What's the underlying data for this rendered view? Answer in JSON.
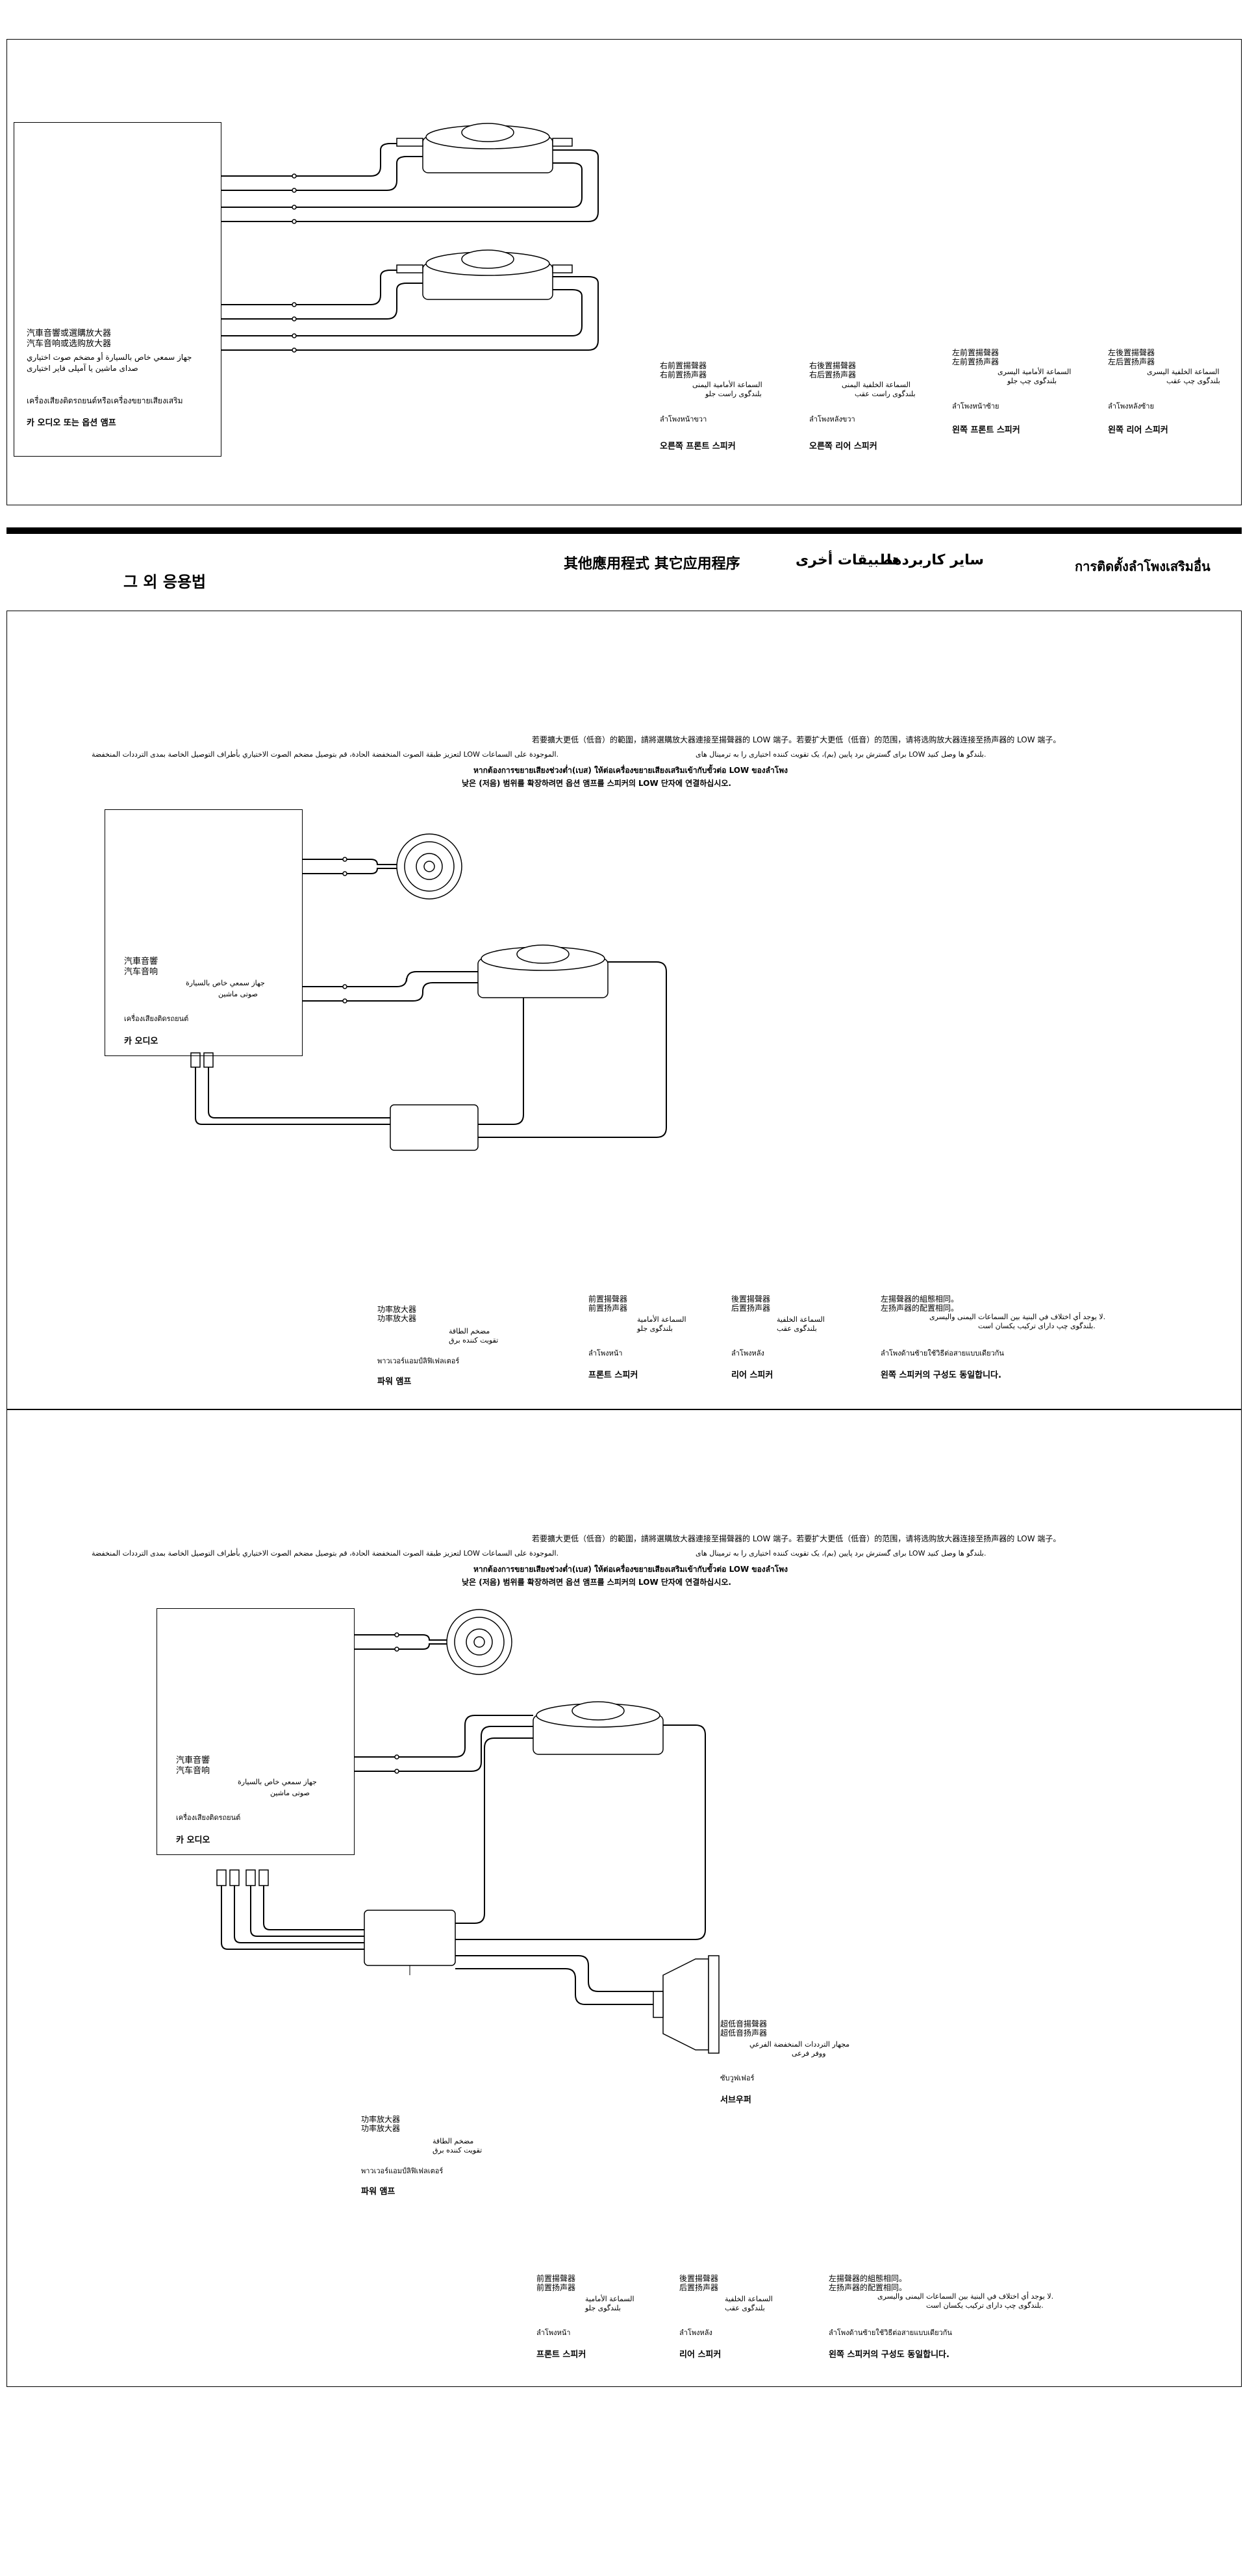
{
  "headings": {
    "korean": "그 외 응용법",
    "chinese": "其他應用程式  其它应用程序",
    "arabic": "تطبيقات أخرى",
    "farsi": "سایر کاربردها",
    "thai": "การติดตั้งลำโพงเสริมอื่น"
  },
  "panel1": {
    "unit": {
      "zh_t": "汽車音響或選購放大器",
      "zh_s": "汽车音响或选购放大器",
      "ar": "جهاز سمعي خاص بالسيارة أو مضخم صوت اختياري",
      "fa": "صدای ماشین یا آمپلی فایر اختیاری",
      "th": "เครื่องเสียงติดรถยนต์หรือเครื่องขยายเสียงเสริม",
      "ko": "카 오디오 또는 옵션 앰프"
    },
    "labels": [
      {
        "zh_t": "右前置揚聲器",
        "zh_s": "右前置扬声器",
        "ar": "السماعة الأمامية اليمنى",
        "fa": "بلندگوی راست جلو",
        "th": "ลำโพงหน้าขวา",
        "ko": "오른쪽 프론트 스피커"
      },
      {
        "zh_t": "右後置揚聲器",
        "zh_s": "右后置扬声器",
        "ar": "السماعة الخلفية اليمنى",
        "fa": "بلندگوی راست عقب",
        "th": "ลำโพงหลังขวา",
        "ko": "오른쪽 리어 스피커"
      },
      {
        "zh_t": "左前置揚聲器",
        "zh_s": "左前置扬声器",
        "ar": "السماعة الأمامية اليسرى",
        "fa": "بلندگوی چپ جلو",
        "th": "ลำโพงหน้าซ้าย",
        "ko": "왼쪽 프론트 스피커"
      },
      {
        "zh_t": "左後置揚聲器",
        "zh_s": "左后置扬声器",
        "ar": "السماعة الخلفية اليسرى",
        "fa": "بلندگوی چپ عقب",
        "th": "ลำโพงหลังซ้าย",
        "ko": "왼쪽 리어 스피커"
      }
    ]
  },
  "panel2": {
    "note_zh": "若要擴大更低（低音）的範圍，請將選購放大器連接至揚聲器的 LOW 端子。若要扩大更低（低音）的范围，请将选购放大器连接至扬声器的 LOW 端子。",
    "note_fa": "برای گسترش برد پایین (بم)، یک تقویت کننده اختیاری را به ترمینال های LOW بلندگو ها وصل کنید.",
    "note_ar": "لتعزيز طبقة الصوت المنخفضة الحادة، قم بتوصيل مضخم الصوت الاختياري بأطراف التوصيل الخاصة بمدى الترددات المنخفضة LOW الموجودة على السماعات.",
    "note_th": "หากต้องการขยายเสียงช่วงต่ำ(เบส) ให้ต่อเครื่องขยายเสียงเสริมเข้ากับขั้วต่อ LOW ของลำโพง",
    "note_ko": "낮은 (저음) 범위를 확장하려면 옵션 앰프를 스피커의 LOW 단자에 연결하십시오.",
    "unit": {
      "zh_t": "汽車音響",
      "zh_s": "汽车音响",
      "ar": "جهاز سمعي خاص بالسيارة",
      "fa": "صوتی ماشین",
      "th": "เครื่องเสียงติดรถยนต์",
      "ko": "카 오디오"
    },
    "amp": {
      "zh_t": "功率放大器",
      "zh_s": "功率放大器",
      "ar": "مضخم الطاقة",
      "fa": "تقویت کننده برق",
      "th": "พาวเวอร์แอมป์ลิฟิเฟลเตอร์",
      "ko": "파워 앰프"
    },
    "front": {
      "zh_t": "前置揚聲器",
      "zh_s": "前置扬声器",
      "ar": "السماعة الأمامية",
      "fa": "بلندگوی جلو",
      "th": "ลำโพงหน้า",
      "ko": "프론트 스피커"
    },
    "rear": {
      "zh_t": "後置揚聲器",
      "zh_s": "后置扬声器",
      "ar": "السماعة الخلفية",
      "fa": "بلندگوی عقب",
      "th": "ลำโพงหลัง",
      "ko": "리어 스피커"
    },
    "same": {
      "zh_t": "左揚聲器的組態相同。",
      "zh_s": "左扬声器的配置相同。",
      "ar": "لا يوجد أي اختلاف في البنية بين السماعات اليمنى واليسرى.",
      "fa": "بلندگوی چپ دارای ترکیب یکسان است.",
      "th": "ลำโพงด้านซ้ายใช้วิธีต่อสายแบบเดียวกัน",
      "ko": "왼쪽 스피커의 구성도 동일합니다."
    }
  },
  "panel3": {
    "sub": {
      "zh_t": "超低音揚聲器",
      "zh_s": "超低音扬声器",
      "ar": "مجهار الترددات المنخفضة الفرعي",
      "fa": "ووفر فرعی",
      "th": "ซับวูฟเฟอร์",
      "ko": "서브우퍼"
    }
  }
}
